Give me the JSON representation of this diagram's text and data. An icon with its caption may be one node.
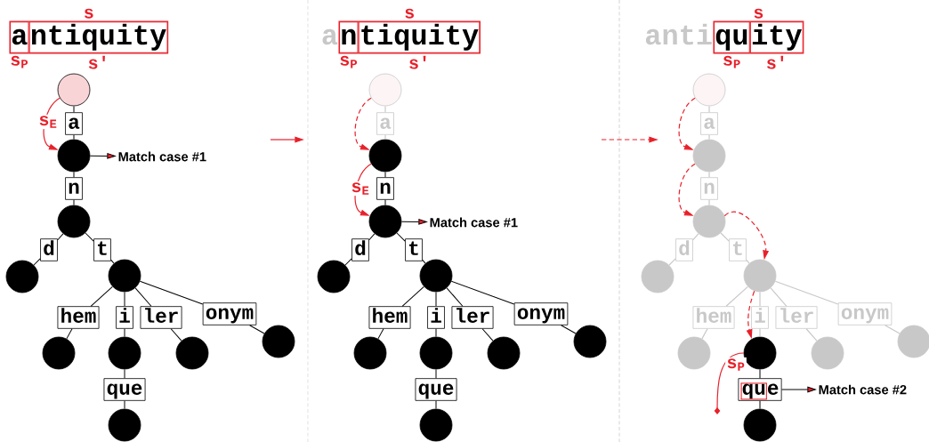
{
  "diagram": {
    "nodes": [
      {
        "text": [
          "s"
        ]
      },
      {
        "text": [
          "a"
        ],
        "beside": [
          "s$_{P}$"
        ],
        "in": 0
      },
      {
        "text": [
          "ntiquity"
        ],
        "beside": [
          "s'"
        ],
        "in": 0
      },
      {
        "text": [],
        "shape": "circle"
      },
      {
        "text": [
          "a"
        ]
      },
      {
        "text": [],
        "shape": "circle"
      },
      {
        "text": [
          "Match case #1"
        ]
      },
      {
        "text": [
          "n"
        ]
      },
      {
        "text": [],
        "shape": "circle"
      },
      {
        "text": [
          "d"
        ]
      },
      {
        "text": [
          "t"
        ]
      },
      {
        "text": [],
        "shape": "circle"
      },
      {
        "text": [],
        "shape": "circle"
      },
      {
        "text": [
          "hem"
        ]
      },
      {
        "text": [
          "i"
        ]
      },
      {
        "text": [
          "ler"
        ]
      },
      {
        "text": [
          "onym"
        ]
      },
      {
        "text": [],
        "shape": "circle"
      },
      {
        "text": [],
        "shape": "circle"
      },
      {
        "text": [],
        "shape": "circle"
      },
      {
        "text": [],
        "shape": "circle"
      },
      {
        "text": [
          "que"
        ]
      },
      {
        "text": [],
        "shape": "circle"
      },
      {
        "text": [
          "s"
        ]
      },
      {
        "text": [
          "n"
        ],
        "beside": [
          "s$_{P}$"
        ],
        "in": 23
      },
      {
        "text": [
          "tiquity"
        ],
        "beside": [
          "s'"
        ],
        "in": 23
      },
      {
        "text": [],
        "shape": "circle"
      },
      {
        "text": [
          "a"
        ]
      },
      {
        "text": [],
        "shape": "circle"
      },
      {
        "text": [
          "n"
        ]
      },
      {
        "text": [],
        "shape": "circle"
      },
      {
        "text": [
          "Match case #1"
        ]
      },
      {
        "text": [
          "d"
        ]
      },
      {
        "text": [
          "t"
        ]
      },
      {
        "text": [],
        "shape": "circle"
      },
      {
        "text": [],
        "shape": "circle"
      },
      {
        "text": [
          "hem"
        ]
      },
      {
        "text": [
          "i"
        ]
      },
      {
        "text": [
          "ler"
        ]
      },
      {
        "text": [
          "onym"
        ]
      },
      {
        "text": [],
        "shape": "circle"
      },
      {
        "text": [],
        "shape": "circle"
      },
      {
        "text": [],
        "shape": "circle"
      },
      {
        "text": [],
        "shape": "circle"
      },
      {
        "text": [
          "que"
        ]
      },
      {
        "text": [],
        "shape": "circle"
      },
      {
        "text": [
          "s"
        ]
      },
      {
        "text": [
          "qu"
        ],
        "beside": [
          "s$_{P}$"
        ],
        "in": 46
      },
      {
        "text": [
          "ity"
        ],
        "beside": [
          "s'"
        ],
        "in": 46
      },
      {
        "text": [],
        "shape": "circle"
      },
      {
        "text": [
          "a"
        ]
      },
      {
        "text": [],
        "shape": "circle"
      },
      {
        "text": [
          "n"
        ]
      },
      {
        "text": [],
        "shape": "circle"
      },
      {
        "text": [
          "d"
        ]
      },
      {
        "text": [
          "t"
        ]
      },
      {
        "text": [],
        "shape": "circle"
      },
      {
        "text": [],
        "shape": "circle"
      },
      {
        "text": [
          "hem"
        ]
      },
      {
        "text": [
          "i"
        ]
      },
      {
        "text": [
          "ler"
        ]
      },
      {
        "text": [
          "onym"
        ]
      },
      {
        "text": [],
        "shape": "circle"
      },
      {
        "text": [],
        "shape": "circle"
      },
      {
        "text": [],
        "shape": "circle"
      },
      {
        "text": [],
        "shape": "circle"
      },
      {
        "text": [
          "qu",
          "e"
        ]
      },
      {
        "text": [
          "Match case #2"
        ]
      },
      {
        "text": [],
        "shape": "circle"
      }
    ],
    "edges": [
      {
        "from": 3,
        "to": 4,
        "arrow": "none"
      },
      {
        "from": 4,
        "to": 5,
        "arrow": "none"
      },
      {
        "from": 5,
        "to": 7,
        "arrow": "none"
      },
      {
        "from": 7,
        "to": 8,
        "arrow": "none"
      },
      {
        "from": 8,
        "to": 9,
        "arrow": "none"
      },
      {
        "from": 9,
        "to": 11,
        "arrow": "none"
      },
      {
        "from": 8,
        "to": 10,
        "arrow": "none"
      },
      {
        "from": 10,
        "to": 12,
        "arrow": "none"
      },
      {
        "from": 12,
        "to": 13,
        "arrow": "none"
      },
      {
        "from": 13,
        "to": 17,
        "arrow": "none"
      },
      {
        "from": 12,
        "to": 14,
        "arrow": "none"
      },
      {
        "from": 14,
        "to": 18,
        "arrow": "none"
      },
      {
        "from": 12,
        "to": 15,
        "arrow": "none"
      },
      {
        "from": 15,
        "to": 19,
        "arrow": "none"
      },
      {
        "from": 12,
        "to": 16,
        "arrow": "none"
      },
      {
        "from": 16,
        "to": 20,
        "arrow": "none"
      },
      {
        "from": 18,
        "to": 21,
        "arrow": "none"
      },
      {
        "from": 21,
        "to": 22,
        "arrow": "none"
      },
      {
        "from": 5,
        "to": 6,
        "arrow": "to"
      },
      {
        "from": 3,
        "to": 5,
        "arrow": "to",
        "label": "s$_{E}$",
        "color": "#e8202a"
      },
      {
        "from": 26,
        "to": 27,
        "arrow": "none",
        "color": "#c8c8c8"
      },
      {
        "from": 27,
        "to": 28,
        "arrow": "none",
        "color": "#c8c8c8"
      },
      {
        "from": 28,
        "to": 29,
        "arrow": "none"
      },
      {
        "from": 29,
        "to": 30,
        "arrow": "none"
      },
      {
        "from": 30,
        "to": 32,
        "arrow": "none"
      },
      {
        "from": 32,
        "to": 34,
        "arrow": "none"
      },
      {
        "from": 30,
        "to": 33,
        "arrow": "none"
      },
      {
        "from": 33,
        "to": 35,
        "arrow": "none"
      },
      {
        "from": 35,
        "to": 36,
        "arrow": "none"
      },
      {
        "from": 36,
        "to": 40,
        "arrow": "none"
      },
      {
        "from": 35,
        "to": 37,
        "arrow": "none"
      },
      {
        "from": 37,
        "to": 41,
        "arrow": "none"
      },
      {
        "from": 35,
        "to": 38,
        "arrow": "none"
      },
      {
        "from": 38,
        "to": 42,
        "arrow": "none"
      },
      {
        "from": 35,
        "to": 39,
        "arrow": "none"
      },
      {
        "from": 39,
        "to": 43,
        "arrow": "none"
      },
      {
        "from": 41,
        "to": 44,
        "arrow": "none"
      },
      {
        "from": 44,
        "to": 45,
        "arrow": "none"
      },
      {
        "from": 30,
        "to": 31,
        "arrow": "to"
      },
      {
        "from": 26,
        "to": 28,
        "arrow": "to",
        "style": "dashed",
        "color": "#e8202a"
      },
      {
        "from": 28,
        "to": 30,
        "arrow": "to",
        "label": "s$_{E}$",
        "color": "#e8202a"
      },
      {
        "from": 49,
        "to": 50,
        "arrow": "none",
        "color": "#c8c8c8"
      },
      {
        "from": 50,
        "to": 51,
        "arrow": "none",
        "color": "#c8c8c8"
      },
      {
        "from": 51,
        "to": 52,
        "arrow": "none",
        "color": "#c8c8c8"
      },
      {
        "from": 52,
        "to": 53,
        "arrow": "none",
        "color": "#c8c8c8"
      },
      {
        "from": 53,
        "to": 54,
        "arrow": "none",
        "color": "#c8c8c8"
      },
      {
        "from": 54,
        "to": 56,
        "arrow": "none",
        "color": "#c8c8c8"
      },
      {
        "from": 53,
        "to": 55,
        "arrow": "none",
        "color": "#c8c8c8"
      },
      {
        "from": 55,
        "to": 57,
        "arrow": "none",
        "color": "#c8c8c8"
      },
      {
        "from": 57,
        "to": 58,
        "arrow": "none",
        "color": "#c8c8c8"
      },
      {
        "from": 58,
        "to": 62,
        "arrow": "none",
        "color": "#c8c8c8"
      },
      {
        "from": 57,
        "to": 59,
        "arrow": "none",
        "color": "#c8c8c8"
      },
      {
        "from": 59,
        "to": 63,
        "arrow": "none",
        "color": "#c8c8c8"
      },
      {
        "from": 57,
        "to": 60,
        "arrow": "none",
        "color": "#c8c8c8"
      },
      {
        "from": 60,
        "to": 64,
        "arrow": "none",
        "color": "#c8c8c8"
      },
      {
        "from": 57,
        "to": 61,
        "arrow": "none",
        "color": "#c8c8c8"
      },
      {
        "from": 61,
        "to": 65,
        "arrow": "none",
        "color": "#c8c8c8"
      },
      {
        "from": 63,
        "to": 66,
        "arrow": "none"
      },
      {
        "from": 66,
        "to": 68,
        "arrow": "none"
      },
      {
        "from": 66,
        "to": 67,
        "arrow": "to"
      },
      {
        "from": 49,
        "to": 51,
        "arrow": "to",
        "style": "dashed",
        "color": "#e8202a"
      },
      {
        "from": 51,
        "to": 53,
        "arrow": "to",
        "style": "dashed",
        "color": "#e8202a"
      },
      {
        "from": 53,
        "to": 57,
        "arrow": "to",
        "style": "dashed",
        "color": "#e8202a"
      },
      {
        "from": 57,
        "to": 63,
        "arrow": "to",
        "style": "dashed",
        "color": "#e8202a"
      },
      {
        "from": 63,
        "to": null,
        "arrow": "other",
        "label": "s$_{P}$",
        "color": "#e8202a"
      }
    ],
    "labels": [
      "a",
      "anti"
    ]
  }
}
